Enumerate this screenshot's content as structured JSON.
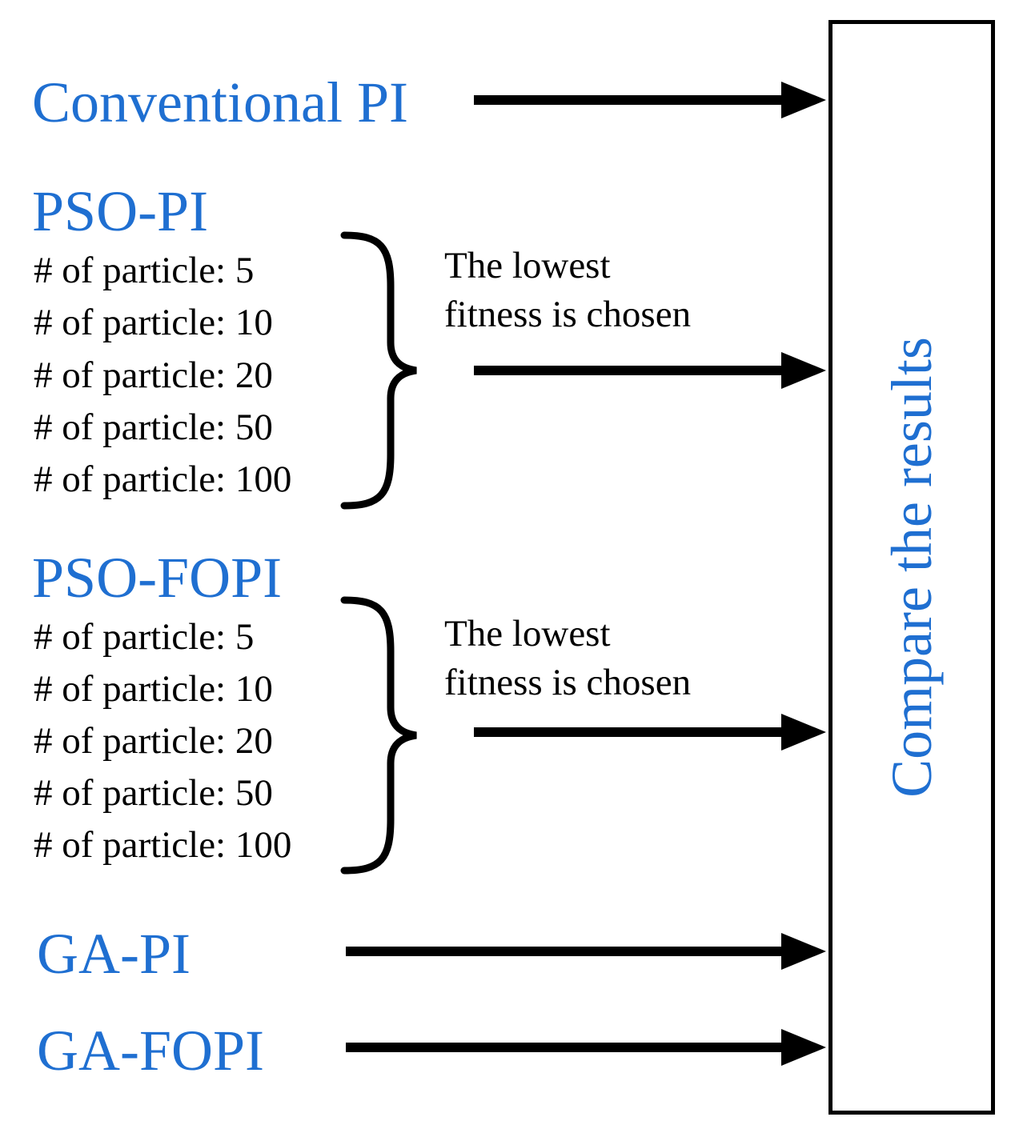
{
  "methods": {
    "conventional_pi": "Conventional PI",
    "pso_pi": "PSO-PI",
    "pso_fopi": "PSO-FOPI",
    "ga_pi": "GA-PI",
    "ga_fopi": "GA-FOPI"
  },
  "pso_pi_particles": [
    "# of particle: 5",
    "# of particle: 10",
    "# of particle: 20",
    "# of particle: 50",
    "# of particle: 100"
  ],
  "pso_fopi_particles": [
    "# of particle: 5",
    "# of particle: 10",
    "# of particle: 20",
    "# of particle: 50",
    "# of particle: 100"
  ],
  "selection_note": {
    "line1": "The lowest",
    "line2": "fitness is chosen"
  },
  "result_box": {
    "label": "Compare the results"
  },
  "colors": {
    "method_label": "#1f6fd1",
    "text": "#000000",
    "arrow": "#000000"
  }
}
